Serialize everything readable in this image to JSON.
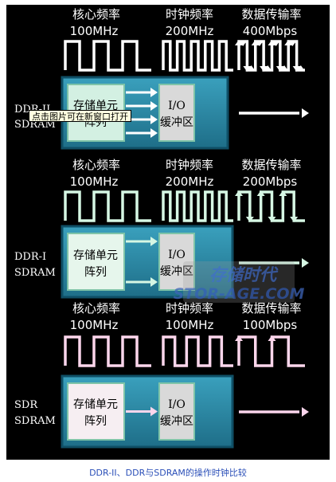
{
  "headers": [
    "核心频率",
    "时钟频率",
    "数据传输率"
  ],
  "sections": [
    {
      "type_label": [
        "DDR-II",
        "SDRAM"
      ],
      "core_freq": "100MHz",
      "clock_freq": "200MHz",
      "data_rate": "400Mbps",
      "cell_label": [
        "存储单元",
        "阵列"
      ],
      "io_label": [
        "I/O",
        "缓冲区"
      ],
      "prefetch": 4,
      "color": "#ffffff",
      "cell_bg": "#d3f0e2"
    },
    {
      "type_label": [
        "DDR-I",
        "SDRAM"
      ],
      "core_freq": "100MHz",
      "clock_freq": "200MHz",
      "data_rate": "200Mbps",
      "cell_label": [
        "存储单元",
        "阵列"
      ],
      "io_label": [
        "I/O",
        "缓冲区"
      ],
      "prefetch": 2,
      "color": "#d6f7e4",
      "cell_bg": "#e6f6ec"
    },
    {
      "type_label": [
        "SDR",
        "SDRAM"
      ],
      "core_freq": "100MHz",
      "clock_freq": "100MHz",
      "data_rate": "100Mbps",
      "cell_label": [
        "存储单元",
        "阵列"
      ],
      "io_label": [
        "I/O",
        "缓冲区"
      ],
      "prefetch": 1,
      "color": "#fcd6ec",
      "cell_bg": "#f6eef2"
    }
  ],
  "tooltip": "点击图片可在新窗口打开",
  "watermark": {
    "line1": "存储时代",
    "line2": "STOR-AGE.COM"
  },
  "caption": "DDR-II、DDR与SDRAM的操作时钟比较",
  "colors": {
    "background": "#000000",
    "box": "#2f8aa6",
    "box_dark": "#0f4f66",
    "io_box": "#d9d9d9",
    "caption": "#2b4fb8"
  }
}
